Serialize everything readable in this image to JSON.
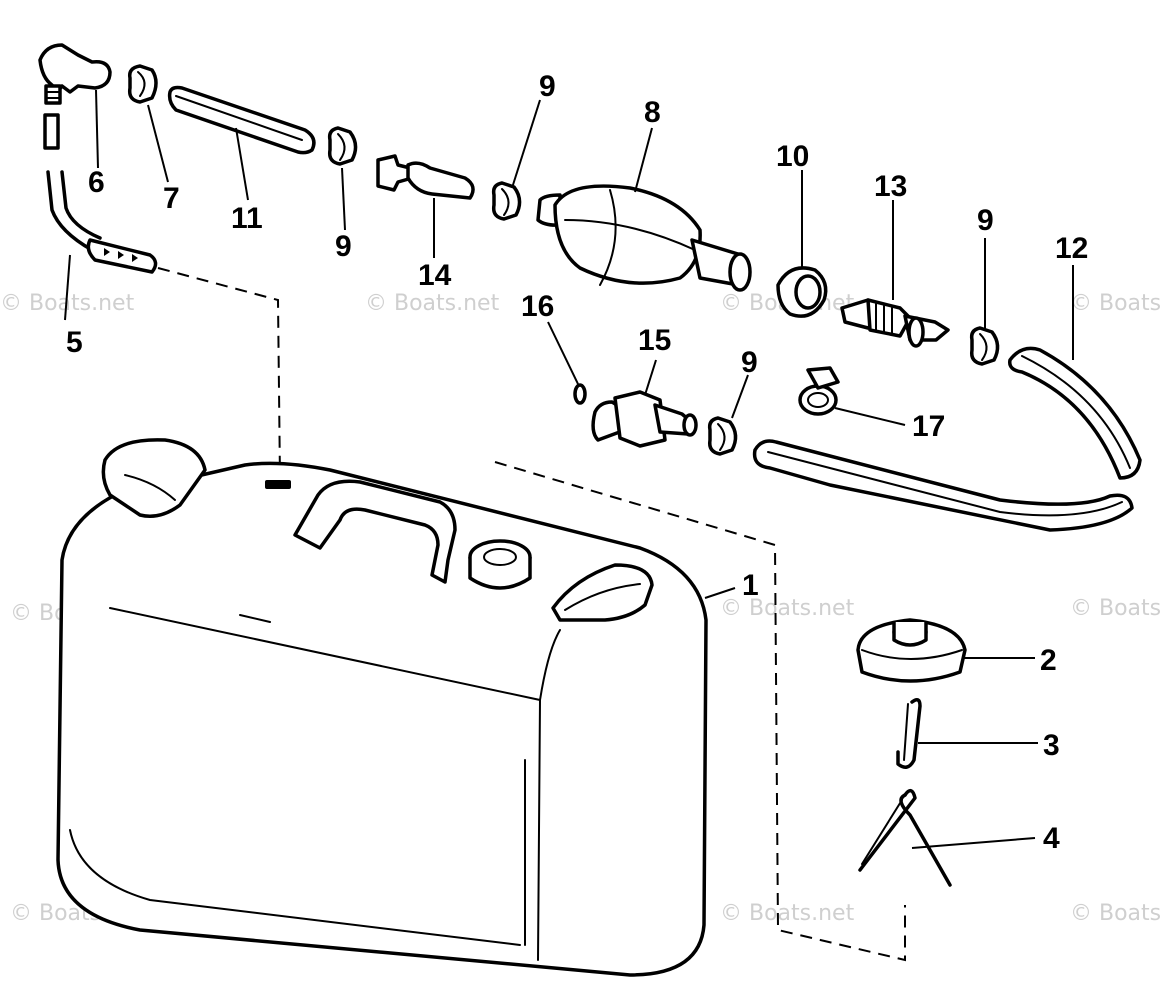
{
  "diagram": {
    "callouts": {
      "c1": "1",
      "c2": "2",
      "c3": "3",
      "c4": "4",
      "c5": "5",
      "c6": "6",
      "c7": "7",
      "c8": "8",
      "c9a": "9",
      "c9b": "9",
      "c9c": "9",
      "c9d": "9",
      "c10": "10",
      "c11": "11",
      "c12": "12",
      "c13": "13",
      "c14": "14",
      "c15": "15",
      "c16": "16",
      "c17": "17"
    },
    "watermark": "© Boats.net"
  }
}
